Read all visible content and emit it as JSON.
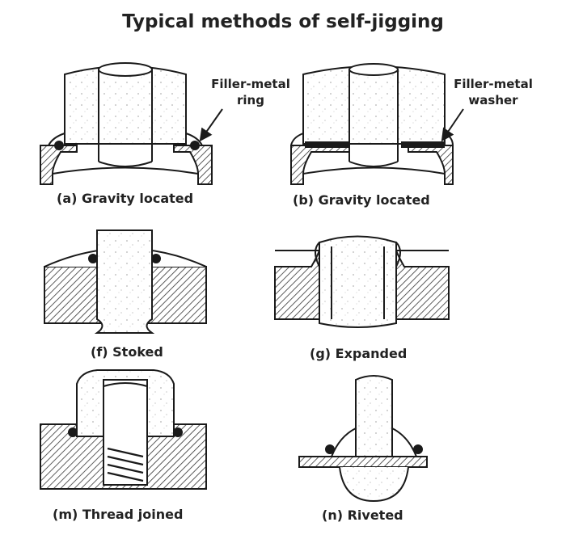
{
  "title": "Typical methods of self-jigging",
  "figures": {
    "a": {
      "caption": "(a) Gravity located",
      "callout_line1": "Filler-metal",
      "callout_line2": "ring"
    },
    "b": {
      "caption": "(b) Gravity located",
      "callout_line1": "Filler-metal",
      "callout_line2": "washer"
    },
    "f": {
      "caption": "(f) Stoked"
    },
    "g": {
      "caption": "(g) Expanded"
    },
    "m": {
      "caption": "(m) Thread joined"
    },
    "n": {
      "caption": "(n) Riveted"
    }
  },
  "colors": {
    "ink": "#1a1a1a",
    "fill": "#ffffff",
    "hatch": "#333333"
  }
}
